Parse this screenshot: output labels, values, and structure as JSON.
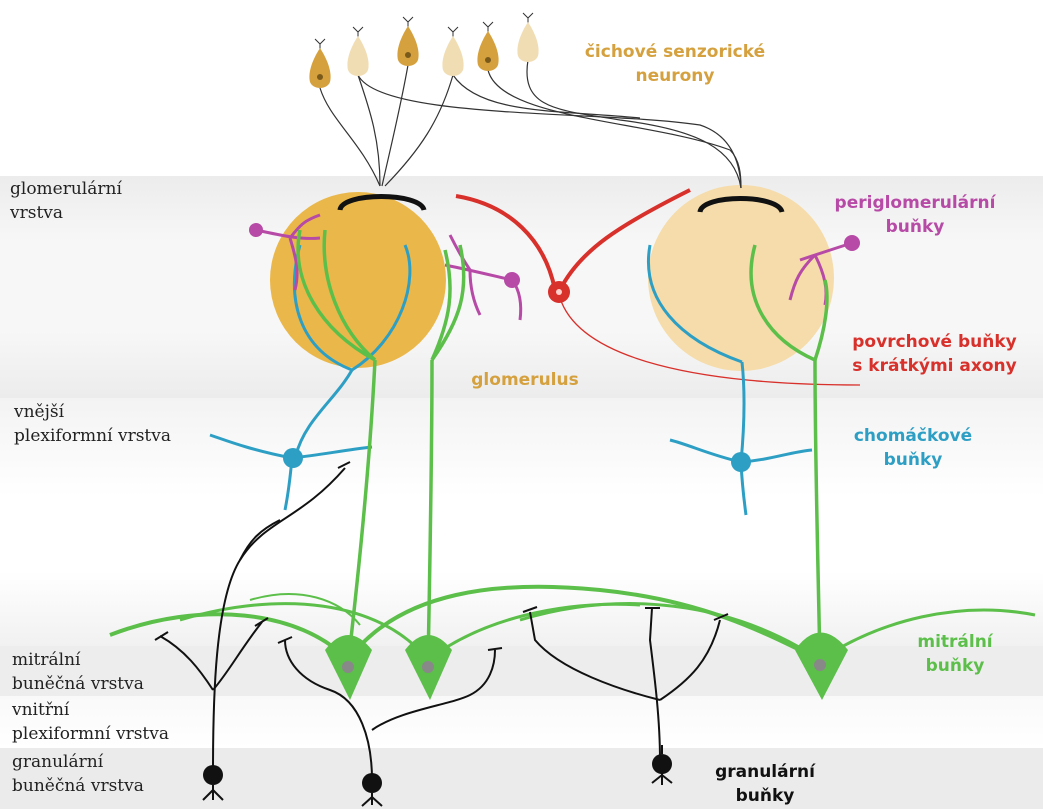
{
  "colors": {
    "sensory": "#d5a13f",
    "sensory_light": "#f1ddb3",
    "glomerulus": "#eab74a",
    "glomerulus_light": "#f5dcaa",
    "periglomerular": "#b74aa6",
    "short_axon": "#d8302b",
    "tufted": "#2e9fc4",
    "mitral": "#5cbf4a",
    "granule": "#111111",
    "band": "#efefef"
  },
  "layers": {
    "glomerular": [
      "glomerulární",
      "vrstva"
    ],
    "outer_plexiform": [
      "vnější",
      "plexiformní vrstva"
    ],
    "mitral_cell": [
      "mitrální",
      "buněčná vrstva"
    ],
    "inner_plexiform": [
      "vnitřní",
      "plexiformní vrstva"
    ],
    "granule_cell": [
      "granulární",
      "buněčná vrstva"
    ]
  },
  "cells": {
    "sensory_neurons": [
      "čichové senzorické",
      "neurony"
    ],
    "periglomerular": [
      "periglomerulární",
      "buňky"
    ],
    "short_axon": [
      "povrchové buňky",
      "s krátkými axony"
    ],
    "tufted": [
      "chomáčkové",
      "buňky"
    ],
    "mitral": [
      "mitrální",
      "buňky"
    ],
    "granule": [
      "granulární",
      "buňky"
    ],
    "glomerulus": "glomerulus"
  }
}
